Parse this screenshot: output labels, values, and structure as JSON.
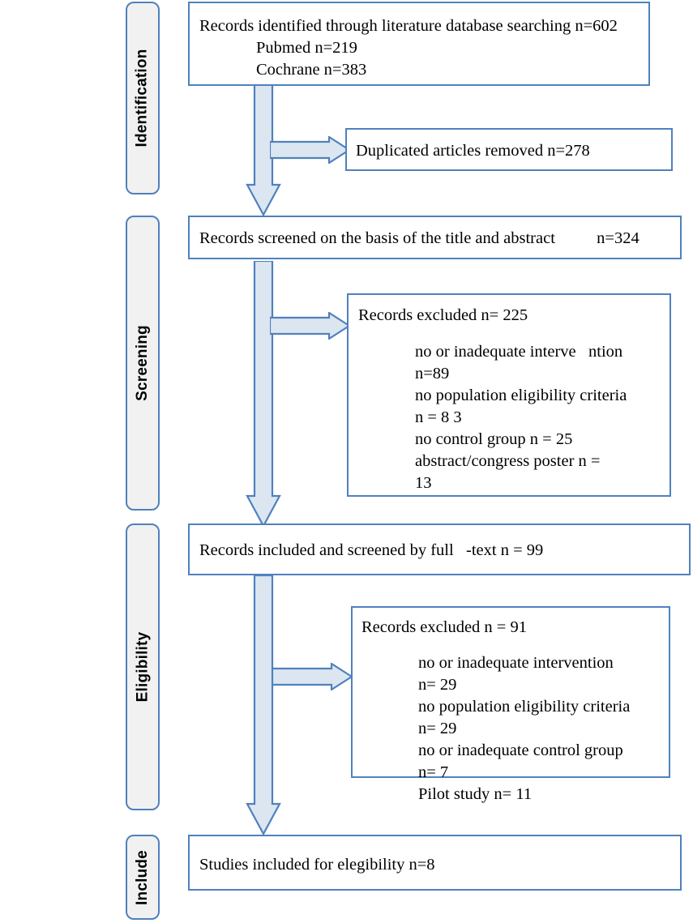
{
  "diagram": {
    "title": "PRISMA study selection flow diagram",
    "colors": {
      "box_border": "#4f81bd",
      "box_fill": "#ffffff",
      "stage_fill": "#f1f1f1",
      "arrow_fill": "#dce6f1",
      "arrow_stroke": "#4f81bd",
      "text": "#000000"
    }
  },
  "stages": [
    {
      "id": "identification",
      "label": "Identification"
    },
    {
      "id": "screening",
      "label": "Screening"
    },
    {
      "id": "eligibility",
      "label": "Eligibility"
    },
    {
      "id": "include",
      "label": "Include"
    }
  ],
  "boxes": {
    "identified": {
      "line1": "Records identified through literature database searching n=602",
      "line2": "Pubmed n=219",
      "line3": "Cochrane n=383"
    },
    "duplicates": {
      "line1": "Duplicated articles removed n=278"
    },
    "screened": {
      "line1": "Records screened on the basis of the title and abstract          n=324"
    },
    "excluded_screening": {
      "heading": "Records excluded n= 225",
      "reasons": [
        "no or inadequate interve   ntion",
        "n=89",
        "no population eligibility criteria",
        "n = 8 3",
        "no control group n = 25",
        "abstract/congress poster n =",
        "13"
      ]
    },
    "fulltext": {
      "line1": "Records included and screened by full   -text n = 99"
    },
    "excluded_eligibility": {
      "heading": "Records excluded n = 91",
      "reasons": [
        "no or inadequate intervention",
        "n= 29",
        "no population eligibility criteria",
        "n= 29",
        "no or inadequate control group",
        "n= 7",
        "Pilot study n= 11"
      ]
    },
    "included": {
      "line1": "Studies included for elegibility n=8"
    }
  },
  "arrows": {
    "down_1": "down-arrow-identified-to-screened",
    "down_2": "down-arrow-screened-to-fulltext",
    "down_3": "down-arrow-fulltext-to-included",
    "right_1": "right-arrow-to-duplicates",
    "right_2": "right-arrow-to-excluded-screening",
    "right_3": "right-arrow-to-excluded-eligibility"
  }
}
